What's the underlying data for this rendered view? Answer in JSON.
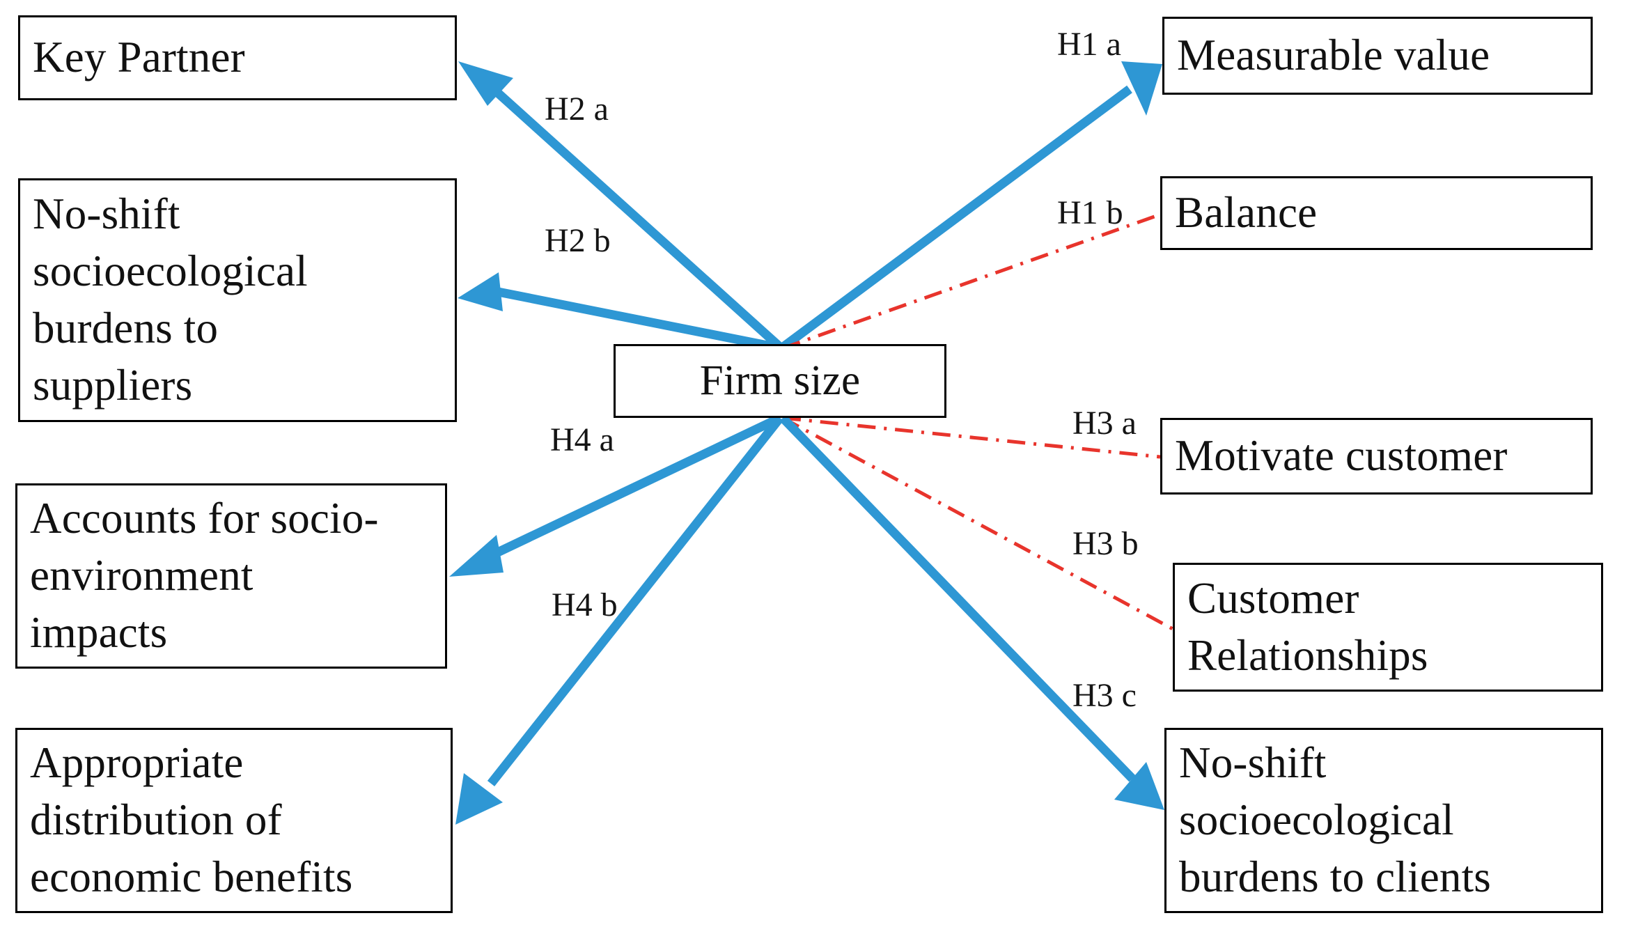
{
  "diagram": {
    "title": "Firm size hypotheses path diagram",
    "colors": {
      "blue_edge": "#2E97D4",
      "red_edge": "#E8342C",
      "box_border": "#000000",
      "background": "#FFFFFF",
      "text": "#111111"
    },
    "center_node": {
      "id": "firm-size",
      "label": "Firm size"
    },
    "left_nodes": [
      {
        "id": "key-partner",
        "label": "Key Partner"
      },
      {
        "id": "no-shift-suppliers",
        "label": "No-shift\nsocioecological\nburdens to\nsuppliers"
      },
      {
        "id": "accounts-socio-environment",
        "label": "Accounts for socio-\nenvironment\nimpacts"
      },
      {
        "id": "appropriate-distribution",
        "label": "Appropriate\ndistribution of\neconomic benefits"
      }
    ],
    "right_nodes": [
      {
        "id": "measurable-value",
        "label": "Measurable value"
      },
      {
        "id": "balance",
        "label": "Balance"
      },
      {
        "id": "motivate-customer",
        "label": "Motivate customer"
      },
      {
        "id": "customer-relationships",
        "label": "Customer\nRelationships"
      },
      {
        "id": "no-shift-clients",
        "label": "No-shift\nsocioecological\nburdens to clients"
      }
    ],
    "edge_labels": [
      {
        "id": "h1a",
        "text": "H1 a",
        "style": "solid-blue-arrow",
        "from": "firm-size",
        "to": "measurable-value"
      },
      {
        "id": "h1b",
        "text": "H1 b",
        "style": "dash-dot-red",
        "from": "firm-size",
        "to": "balance"
      },
      {
        "id": "h2a",
        "text": "H2 a",
        "style": "solid-blue-arrow",
        "from": "firm-size",
        "to": "key-partner"
      },
      {
        "id": "h2b",
        "text": "H2 b",
        "style": "solid-blue-arrow",
        "from": "firm-size",
        "to": "no-shift-suppliers"
      },
      {
        "id": "h3a",
        "text": "H3 a",
        "style": "dash-dot-red",
        "from": "firm-size",
        "to": "motivate-customer"
      },
      {
        "id": "h3b",
        "text": "H3 b",
        "style": "dash-dot-red",
        "from": "firm-size",
        "to": "customer-relationships"
      },
      {
        "id": "h3c",
        "text": "H3 c",
        "style": "solid-blue-arrow",
        "from": "firm-size",
        "to": "no-shift-clients"
      },
      {
        "id": "h4a",
        "text": "H4 a",
        "style": "solid-blue-arrow",
        "from": "firm-size",
        "to": "accounts-socio-environment"
      },
      {
        "id": "h4b",
        "text": "H4 b",
        "style": "solid-blue-arrow",
        "from": "firm-size",
        "to": "appropriate-distribution"
      }
    ]
  }
}
